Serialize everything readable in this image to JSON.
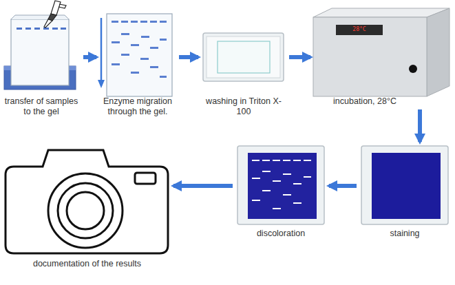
{
  "diagram": {
    "nodes": [
      {
        "text": [
          "transfer of samples to the gel"
        ]
      },
      {
        "text": [
          "Enzyme migration through the gel."
        ]
      },
      {
        "text": [
          "washing in Triton X-100"
        ]
      },
      {
        "text": [
          "incubation, 28°C"
        ]
      },
      {
        "text": [
          "staining"
        ]
      },
      {
        "text": [
          "discoloration"
        ]
      },
      {
        "text": [
          "documentation of the results"
        ]
      }
    ],
    "edges": [
      {
        "from": 0,
        "to": 1,
        "arrow": "to"
      },
      {
        "from": 1,
        "to": 2,
        "arrow": "to"
      },
      {
        "from": 2,
        "to": 3,
        "arrow": "to"
      },
      {
        "from": 3,
        "to": 4,
        "arrow": "to"
      },
      {
        "from": 4,
        "to": 5,
        "arrow": "to"
      },
      {
        "from": 5,
        "to": 6,
        "arrow": "to"
      }
    ],
    "labels": [
      "28°C"
    ]
  }
}
